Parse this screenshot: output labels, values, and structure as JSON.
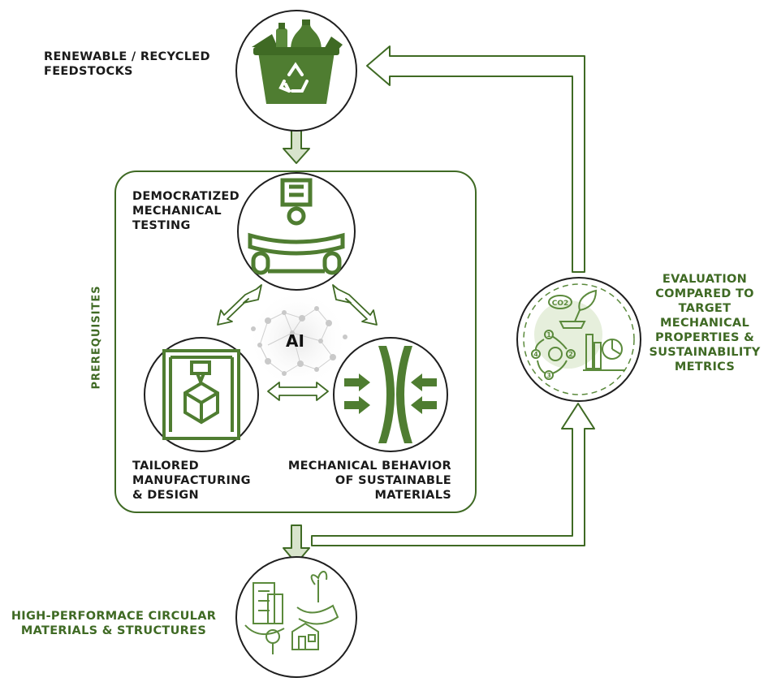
{
  "nodes": {
    "feedstocks": "RENEWABLE / RECYCLED\nFEEDSTOCKS",
    "testing": "DEMOCRATIZED\nMECHANICAL\nTESTING",
    "manufacturing": "TAILORED\nMANUFACTURING\n& DESIGN",
    "behavior": "MECHANICAL BEHAVIOR\nOF SUSTAINABLE\nMATERIALS",
    "circular": "HIGH-PERFORMACE CIRCULAR\nMATERIALS & STRUCTURES",
    "evaluation": "EVALUATION\nCOMPARED TO\nTARGET\nMECHANICAL\nPROPERTIES &\nSUSTAINABILITY\nMETRICS"
  },
  "frame_label": "PREREQUISITES",
  "center_label": "AI",
  "icon_text": {
    "co2": "CO2",
    "steps": [
      "1",
      "2",
      "3",
      "4"
    ]
  },
  "colors": {
    "green_dark": "#3f6a24",
    "green_mid": "#5b8a3c",
    "green_light": "#dfe9d4",
    "text_dark": "#1a1a1a"
  }
}
